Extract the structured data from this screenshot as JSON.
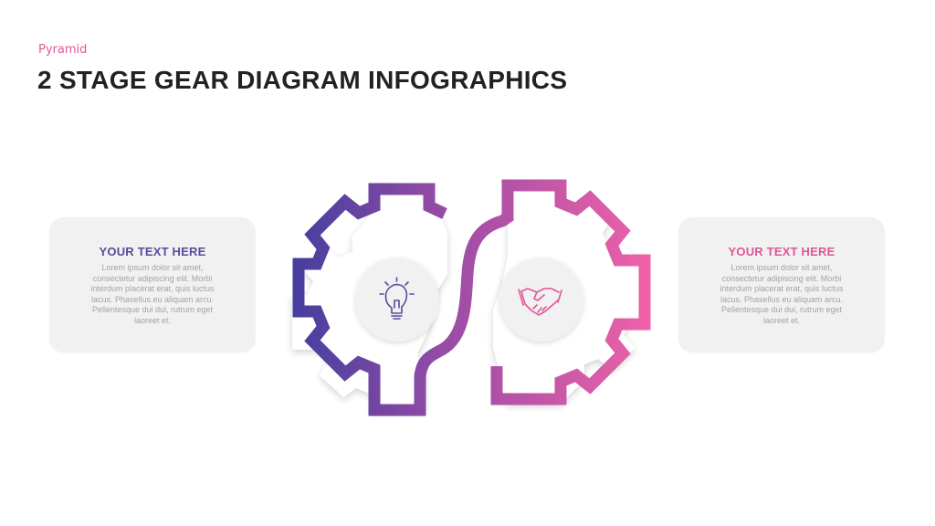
{
  "header": {
    "kicker": "Pyramid",
    "title": "2 STAGE GEAR DIAGRAM INFOGRAPHICS"
  },
  "stages": [
    {
      "heading": "YOUR TEXT HERE",
      "body": "Lorem ipsum dolor sit amet, consectetur adipiscing elit. Morbi interdum placerat erat, quis luctus lacus. Phasellus eu aliquam arcu. Pellentesque dui dui, rutrum eget laoreet et.",
      "icon": "lightbulb-icon",
      "color": "#5b4a9e"
    },
    {
      "heading": "YOUR TEXT HERE",
      "body": "Lorem ipsum dolor sit amet, consectetur adipiscing elit. Morbi interdum placerat erat, quis luctus lacus. Phasellus eu aliquam arcu. Pellentesque dui dui, rutrum eget laoreet et.",
      "icon": "handshake-icon",
      "color": "#e0569b"
    }
  ],
  "colors": {
    "gradient_start": "#3f3d9e",
    "gradient_mid": "#a34ea6",
    "gradient_end": "#f062a8",
    "card_background": "#f1f1f2",
    "inner_circle": "#f1f1f2"
  }
}
